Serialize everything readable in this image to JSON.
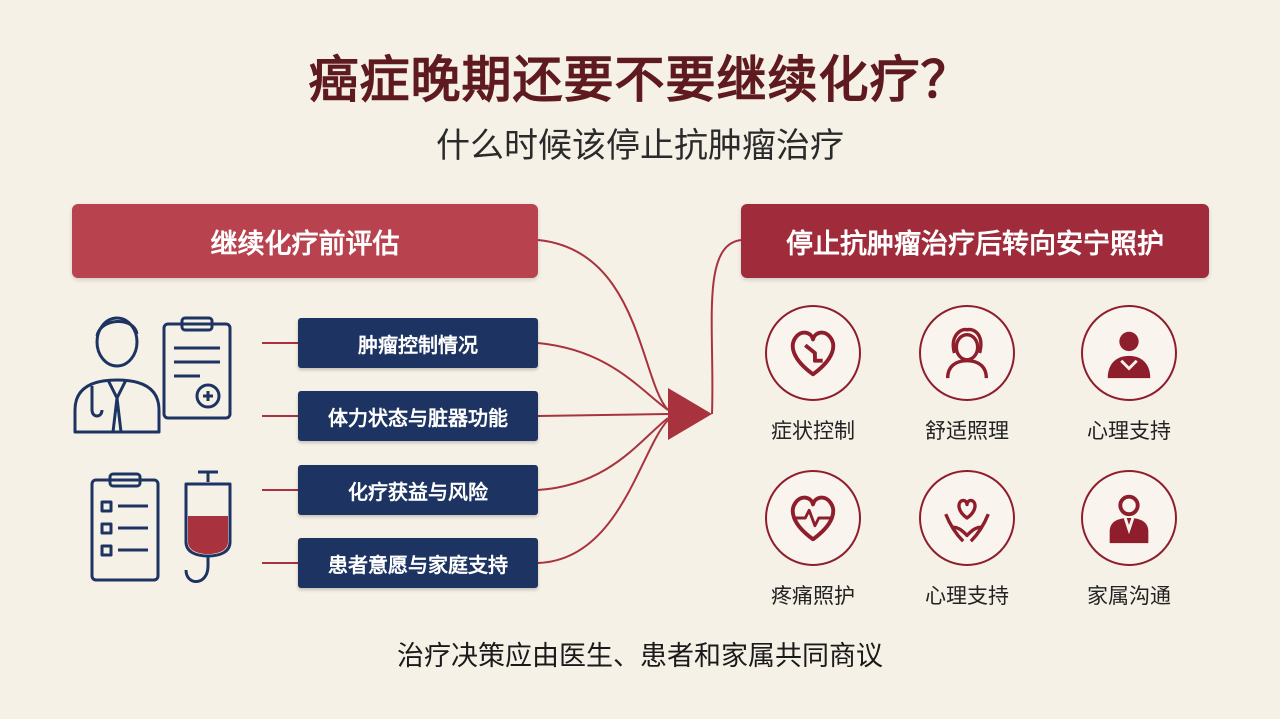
{
  "title": "癌症晚期还要不要继续化疗？",
  "subtitle": "什么时候该停止抗肿瘤治疗",
  "left_header": "继续化疗前评估",
  "right_header": "停止抗肿瘤治疗后转向安宁照护",
  "criteria": [
    {
      "label": "肿瘤控制情况"
    },
    {
      "label": "体力状态与脏器功能"
    },
    {
      "label": "化疗获益与风险"
    },
    {
      "label": "患者意愿与家庭支持"
    }
  ],
  "care_items": [
    {
      "label": "症状控制",
      "icon": "heart-pulse-icon"
    },
    {
      "label": "舒适照理",
      "icon": "woman-icon"
    },
    {
      "label": "心理支持",
      "icon": "person-heart-icon"
    },
    {
      "label": "疼痛照护",
      "icon": "heartbeat-icon"
    },
    {
      "label": "心理支持",
      "icon": "hands-heart-icon"
    },
    {
      "label": "家属沟通",
      "icon": "person-icon"
    }
  ],
  "footer": "治疗决策应由医生、患者和家属共同商议",
  "colors": {
    "background": "#f6f1e7",
    "title": "#5e1a1f",
    "left_header": "#b8434f",
    "right_header": "#a02b3a",
    "criteria_box": "#1d3462",
    "accent": "#a8333e"
  }
}
